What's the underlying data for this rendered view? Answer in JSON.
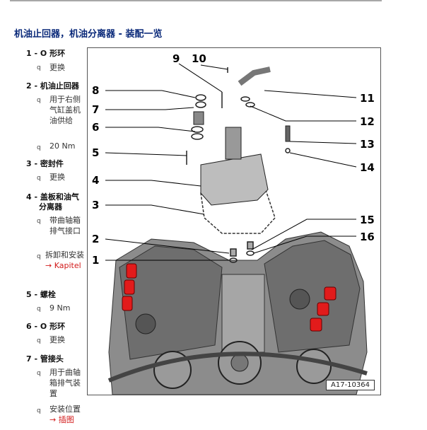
{
  "header": {
    "title": "机油止回器，机油分离器 - 装配一览"
  },
  "list": [
    {
      "num": "1 -",
      "name": "O 形环",
      "subs": [
        {
          "text": "更换"
        }
      ]
    },
    {
      "num": "2 -",
      "name": "机油止回器",
      "subs": [
        {
          "text": "用于右侧气缸盖机油供给"
        },
        {
          "text": "20 Nm"
        }
      ]
    },
    {
      "num": "3 -",
      "name": "密封件",
      "subs": [
        {
          "text": "更换"
        }
      ]
    },
    {
      "num": "4 -",
      "name": "盖板和油气",
      "name2": "分离器",
      "subs": [
        {
          "text": "带曲轴箱排气接口"
        },
        {
          "text": "拆卸和安装",
          "link": "→ Kapitel"
        }
      ]
    },
    {
      "num": "5 -",
      "name": "螺栓",
      "subs": [
        {
          "text": "9 Nm"
        }
      ]
    },
    {
      "num": "6 -",
      "name": "O 形环",
      "subs": [
        {
          "text": "更换"
        }
      ]
    },
    {
      "num": "7 -",
      "name": "管接头",
      "subs": [
        {
          "text": "用于曲轴箱排气装置"
        },
        {
          "text": "安装位置",
          "link": "→ 插图"
        }
      ]
    }
  ],
  "bullet_glyph": "q",
  "figure": {
    "callouts": [
      "1",
      "2",
      "3",
      "4",
      "5",
      "6",
      "7",
      "8",
      "9",
      "10",
      "11",
      "12",
      "13",
      "14",
      "15",
      "16"
    ],
    "figure_id": "A17-10364",
    "highlight_color": "#e21b1b"
  }
}
